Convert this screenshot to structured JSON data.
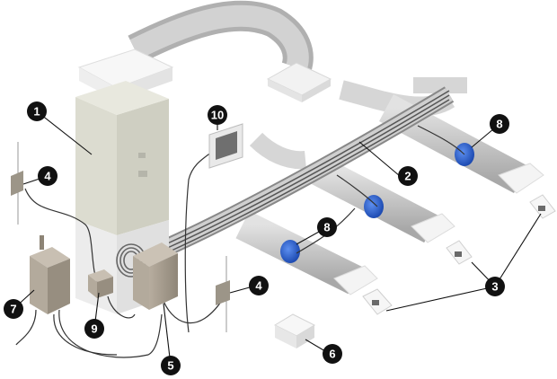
{
  "colors": {
    "callout_fill": "#111111",
    "callout_text": "#ffffff",
    "air_handler": "#dcdcd0",
    "duct_grey": "#bdbdbd",
    "device_grey": "#a39a8c",
    "vent_white": "#ffffff",
    "sensor_blue": "#1f5fd6",
    "wire": "#333333"
  },
  "callouts": [
    {
      "id": "c1",
      "label": "1",
      "icon": "air-handler"
    },
    {
      "id": "c10",
      "label": "10",
      "icon": "thermostat-display"
    },
    {
      "id": "c8a",
      "label": "8",
      "icon": "duct-sensor"
    },
    {
      "id": "c2",
      "label": "2",
      "icon": "flex-duct-bundle"
    },
    {
      "id": "c4a",
      "label": "4",
      "icon": "wall-switch"
    },
    {
      "id": "c8b",
      "label": "8",
      "icon": "duct-sensor"
    },
    {
      "id": "c4b",
      "label": "4",
      "icon": "wall-switch"
    },
    {
      "id": "c7",
      "label": "7",
      "icon": "power-supply"
    },
    {
      "id": "c9",
      "label": "9",
      "icon": "junction-box"
    },
    {
      "id": "c5",
      "label": "5",
      "icon": "control-board"
    },
    {
      "id": "c3",
      "label": "3",
      "icon": "room-vents"
    },
    {
      "id": "c6",
      "label": "6",
      "icon": "module-box"
    }
  ]
}
